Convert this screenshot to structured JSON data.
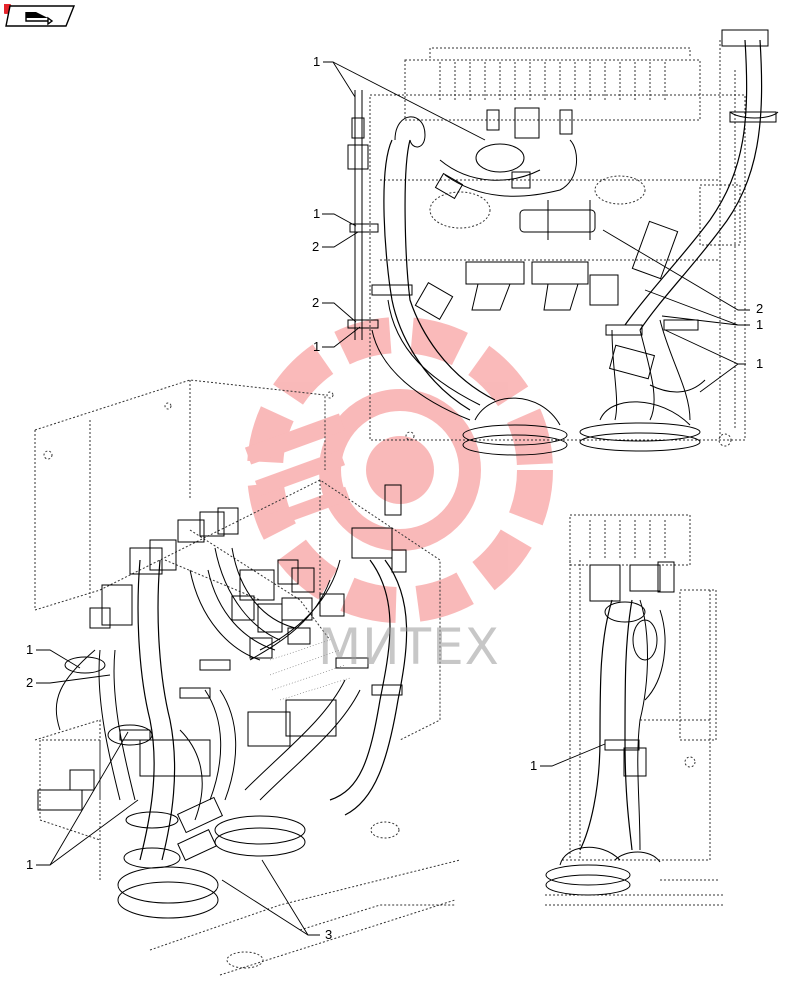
{
  "watermark": {
    "text": "МИТЕХ",
    "color": "#f25a5a"
  },
  "nav": {
    "icon": "page-arrow-icon",
    "badge_color": "#e5242b"
  },
  "callouts": [
    {
      "id": "c1",
      "label": "1"
    },
    {
      "id": "c2",
      "label": "1"
    },
    {
      "id": "c3",
      "label": "2"
    },
    {
      "id": "c4",
      "label": "2"
    },
    {
      "id": "c5",
      "label": "1"
    },
    {
      "id": "c6",
      "label": "2"
    },
    {
      "id": "c7",
      "label": "1"
    },
    {
      "id": "c8",
      "label": "1"
    },
    {
      "id": "c9",
      "label": "1"
    },
    {
      "id": "c10",
      "label": "2"
    },
    {
      "id": "c11",
      "label": "1"
    },
    {
      "id": "c12",
      "label": "3"
    },
    {
      "id": "c13",
      "label": "1"
    }
  ]
}
